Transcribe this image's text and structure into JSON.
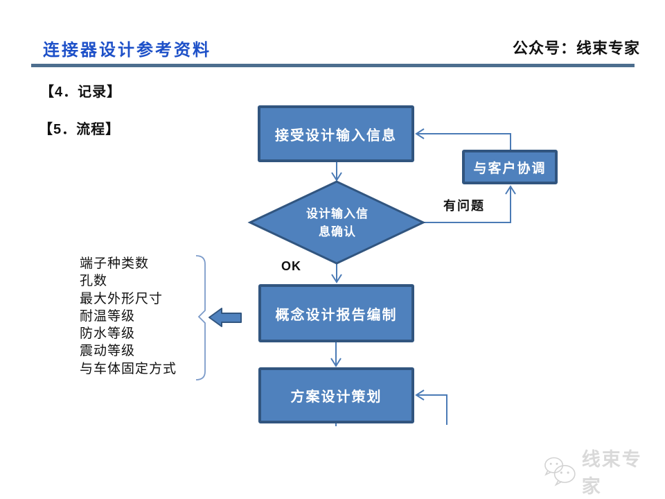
{
  "header": {
    "title": "连接器设计参考资料",
    "right_text": "公众号：线束专家",
    "title_color": "#1d50c8",
    "rule_color": "#4d6e8e"
  },
  "sections": {
    "item4": "【4．记录】",
    "item5": "【5．流程】"
  },
  "flowchart": {
    "colors": {
      "node_fill": "#4f81bd",
      "node_border": "#31557f",
      "connector": "#4a7ab5",
      "brace": "#7b9ac9",
      "node_text": "#ffffff"
    },
    "nodes": {
      "receive": {
        "label": "接受设计输入信息",
        "type": "process"
      },
      "confirm": {
        "label": "设计输入信息确认",
        "type": "decision"
      },
      "coordinate": {
        "label": "与客户协调",
        "type": "process"
      },
      "concept": {
        "label": "概念设计报告编制",
        "type": "process"
      },
      "plan": {
        "label": "方案设计策划",
        "type": "process"
      }
    },
    "edge_labels": {
      "ok": "OK",
      "problem": "有问题"
    }
  },
  "annotation": {
    "items": [
      "端子种类数",
      "孔数",
      "最大外形尺寸",
      "耐温等级",
      "防水等级",
      "震动等级",
      "与车体固定方式"
    ]
  },
  "watermark": {
    "text": "线束专家"
  }
}
